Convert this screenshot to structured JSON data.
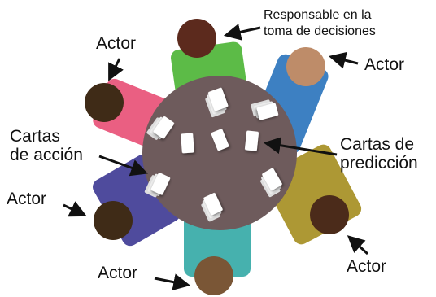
{
  "labels": {
    "decision_maker": "Responsable en la\ntoma de decisiones",
    "actor": "Actor",
    "action_cards": "Cartas\nde acción",
    "prediction_cards": "Cartas de\npredicción"
  },
  "colors": {
    "table": "#6e5b5c",
    "body_green": "#5cbb47",
    "body_blue": "#3d80c2",
    "body_olive": "#ad9834",
    "body_teal": "#46b1ae",
    "body_purple": "#4f4b9d",
    "body_pink": "#ea5f82",
    "head_decision": "#5c2a1d",
    "head_tan": "#be8c69",
    "head_dark": "#3f2b17",
    "head_brown": "#4b2b1a",
    "head_light": "#7a5636",
    "card": "#ffffff",
    "arrow": "#111111"
  }
}
